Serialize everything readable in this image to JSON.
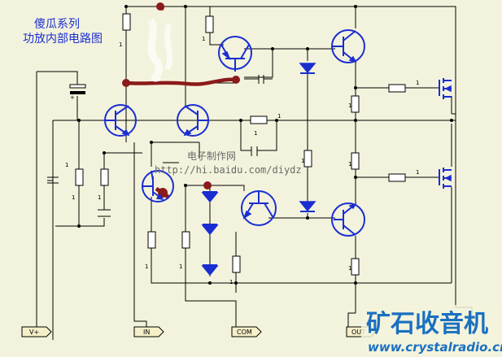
{
  "title": {
    "line1": "傻瓜系列",
    "line2": "功放内部电路图"
  },
  "watermark": {
    "line1": "电子制作网",
    "line2": "http://hi.baidu.com/diydz"
  },
  "component_label": "1",
  "ports": {
    "vplus": "V+",
    "input": "IN",
    "common": "COM",
    "output": "OUT"
  },
  "brand": {
    "name": "矿石收音机",
    "url": "www.crystalradio.cn"
  },
  "colors": {
    "background": "#f3f3dd",
    "wire": "#000000",
    "semiconductor": "#1a2ed0",
    "highlight": "#8b1a1a",
    "brand": "#1a70c0"
  }
}
